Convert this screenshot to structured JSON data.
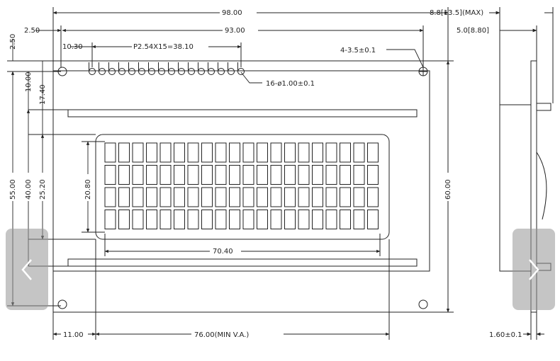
{
  "dimensions": {
    "overall_width": "98.00",
    "hole_pitch_x": "93.00",
    "hole_offset_x": "2.50",
    "hole_offset_y": "2.50",
    "pin_start": "10.30",
    "pin_pitch": "P2.54X15=38.10",
    "mount_holes": "4-3.5±0.1",
    "pin_holes": "16-ø1.00±0.1",
    "pin_row_y": "10.00",
    "bezel_y": "17.40",
    "hole_pitch_y": "55.00",
    "bezel_height": "40.00",
    "view_area_height": "25.20",
    "char_area_height": "20.80",
    "char_area_width": "70.40",
    "overall_height": "60.00",
    "left_margin": "11.00",
    "view_area_width": "76.00(MIN V.A.)",
    "max_thickness": "8.8[13.5](MAX)",
    "module_thickness": "5.0[8.80]",
    "pcb_thickness": "1.60±0.1"
  },
  "matrix": {
    "columns": 20,
    "rows": 4
  },
  "pins": {
    "count": 16
  },
  "nav": {
    "prev_icon": "chevron-left-icon",
    "next_icon": "chevron-right-icon"
  }
}
